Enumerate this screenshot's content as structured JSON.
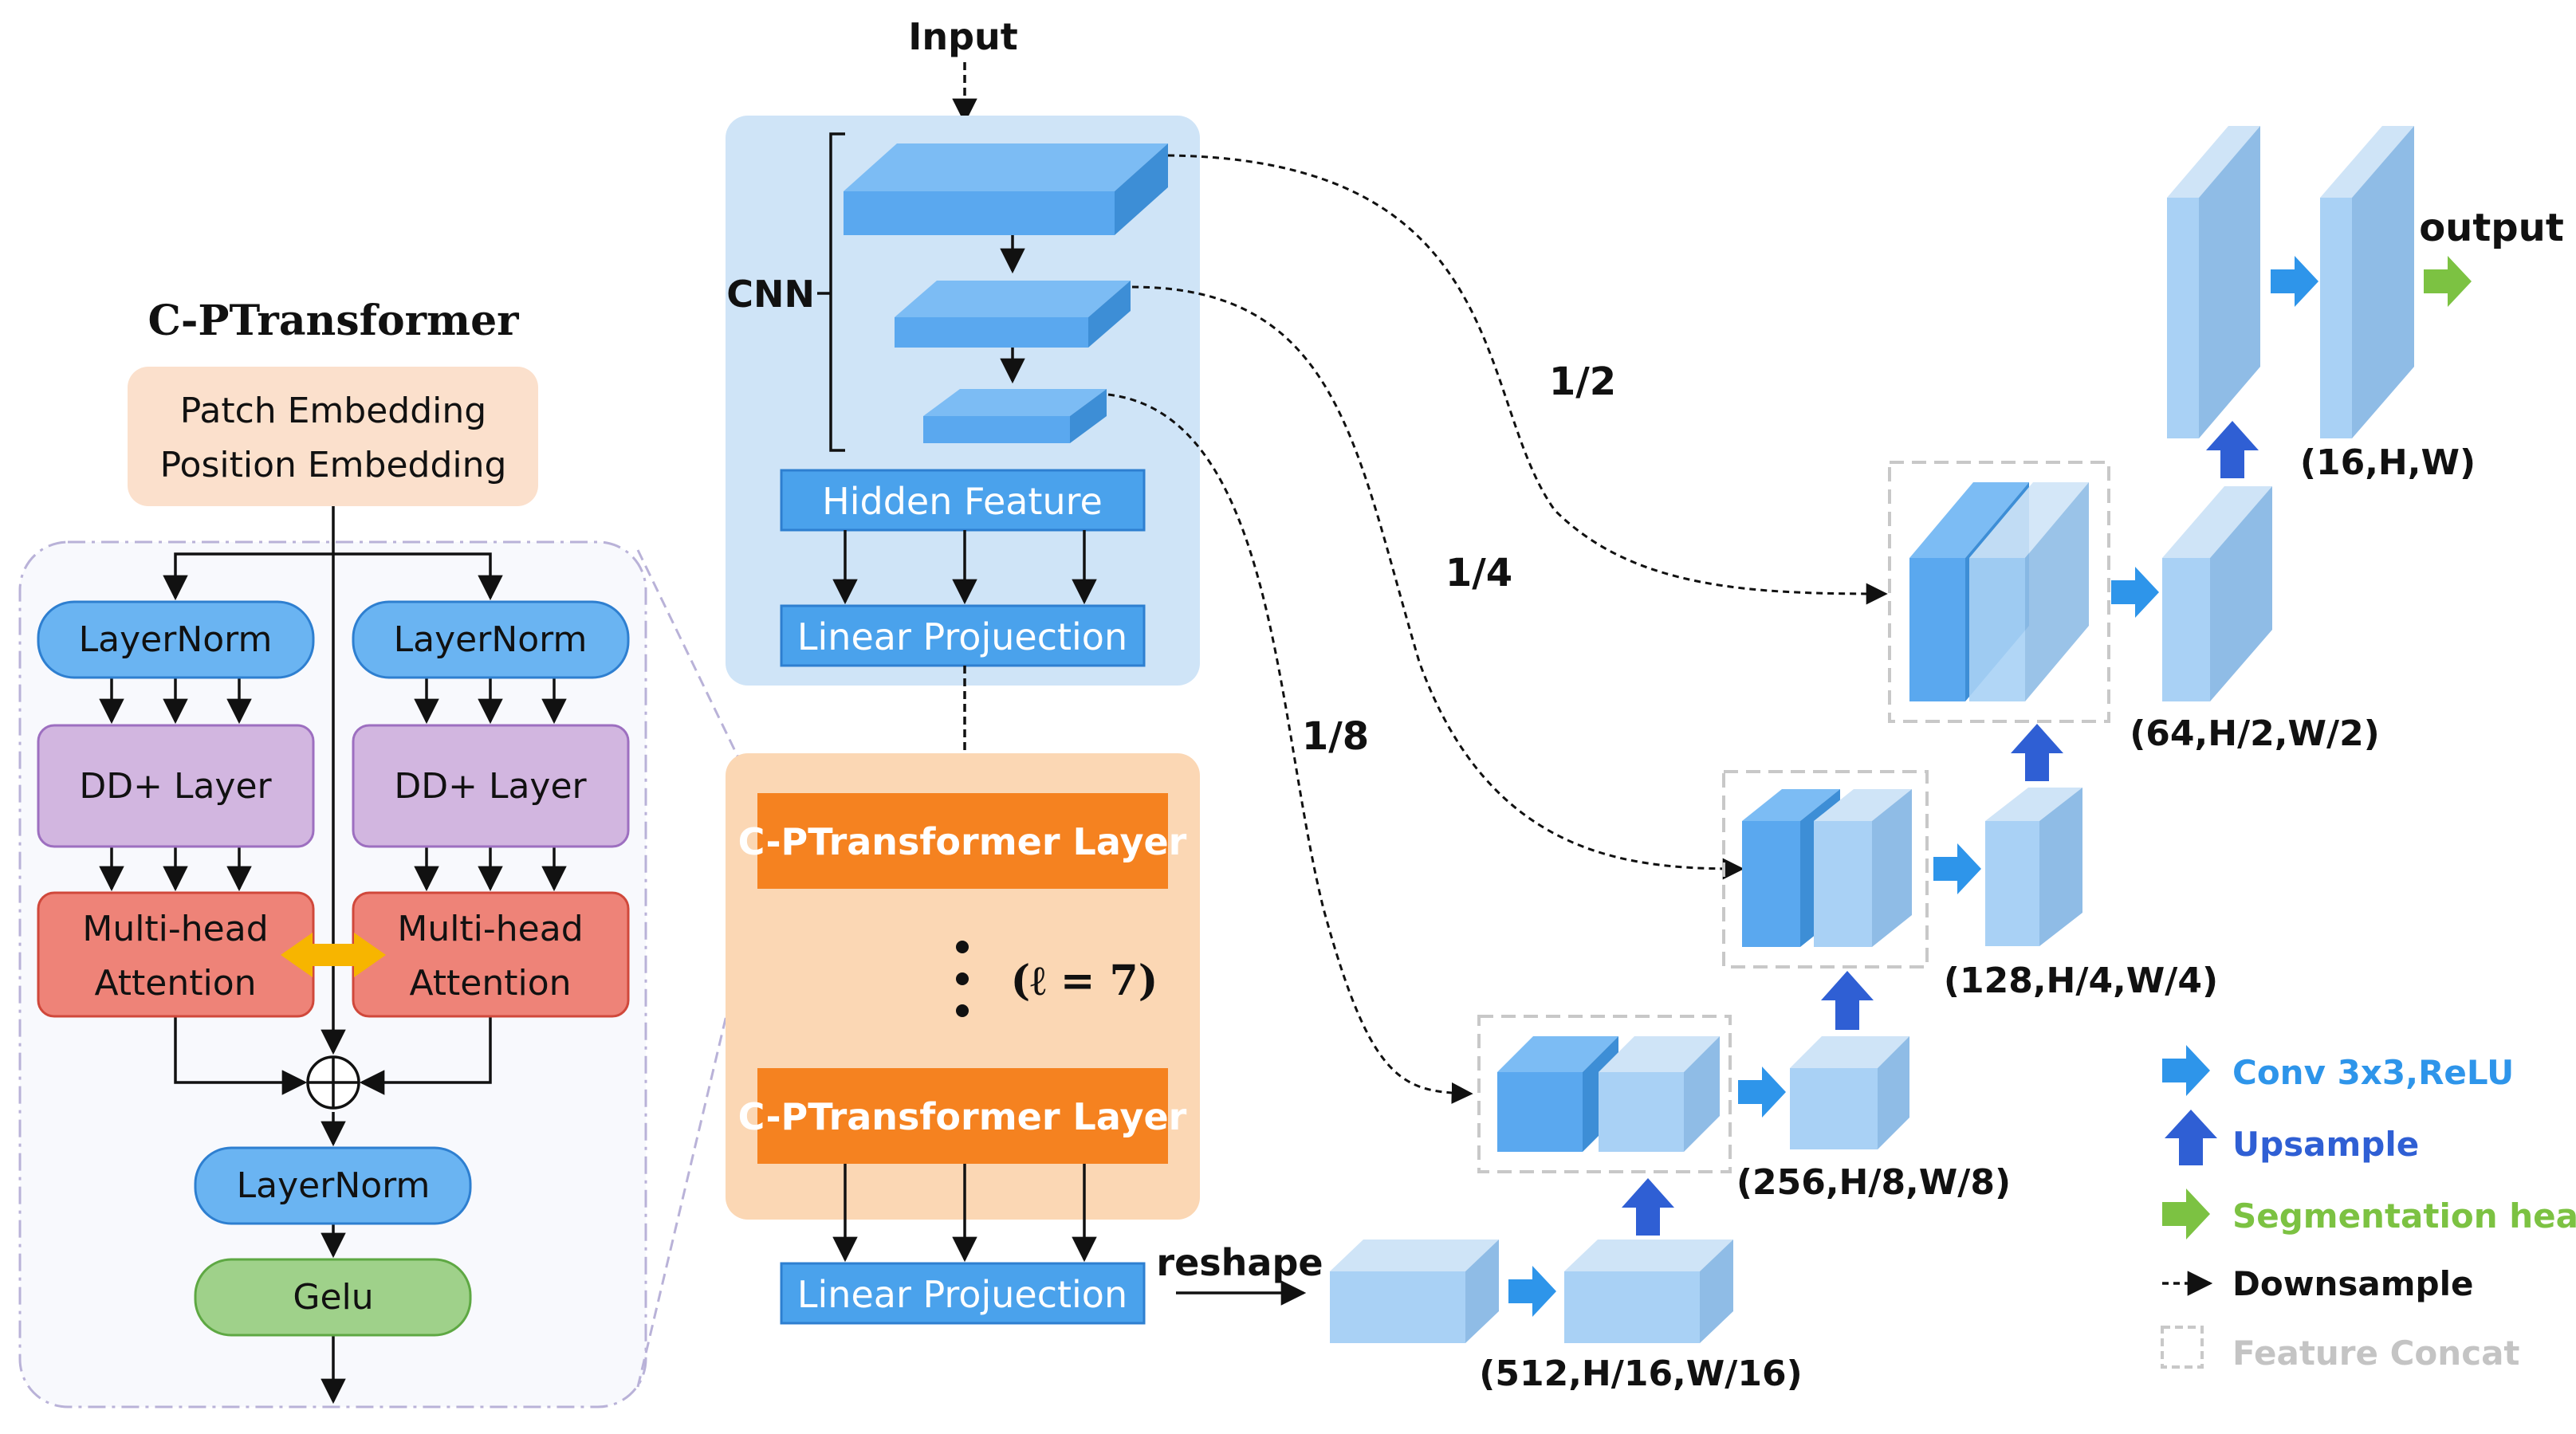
{
  "colors": {
    "cnn_panel": "#cfe4f7",
    "transformer_panel": "#fbd7b4",
    "dark_blue_box": "#4aa2ec",
    "orange_box": "#f58220",
    "embed_box": "#fbe0cc",
    "layernorm": "#6ab4f2",
    "dd_layer": "#d2b6e0",
    "mha": "#ee8378",
    "gelu": "#9fd18a",
    "conv_arrow": "#2e95ea",
    "upsample_arrow": "#2f5fd4",
    "seg_arrow": "#7cc242"
  },
  "labels": {
    "input": "Input",
    "cnn": "CNN",
    "hidden_feature": "Hidden Feature",
    "linear_projection_top": "Linear Projuection",
    "linear_projection_bottom": "Linear Projuection",
    "transformer_layer_top": "C-PTransformer Layer",
    "transformer_layer_bottom": "C-PTransformer Layer",
    "layer_count": "(ℓ = 7)",
    "reshape": "reshape",
    "output": "output",
    "scale_half": "1/2",
    "scale_quarter": "1/4",
    "scale_eighth": "1/8",
    "dim_512": "(512,H/16,W/16)",
    "dim_256": "(256,H/8,W/8)",
    "dim_128": "(128,H/4,W/4)",
    "dim_64": "(64,H/2,W/2)",
    "dim_16": "(16,H,W)"
  },
  "cpt": {
    "title": "C-PTransformer",
    "patch_embedding": "Patch Embedding",
    "position_embedding": "Position Embedding",
    "layernorm_left": "LayerNorm",
    "layernorm_right": "LayerNorm",
    "dd_left": "DD+ Layer",
    "dd_right": "DD+ Layer",
    "mha_left_1": "Multi-head",
    "mha_left_2": "Attention",
    "mha_right_1": "Multi-head",
    "mha_right_2": "Attention",
    "layernorm_bottom": "LayerNorm",
    "gelu": "Gelu"
  },
  "legend": {
    "conv": "Conv 3x3,ReLU",
    "upsample": "Upsample",
    "seg_head": "Segmentation head",
    "downsample": "Downsample",
    "concat": "Feature Concat"
  }
}
